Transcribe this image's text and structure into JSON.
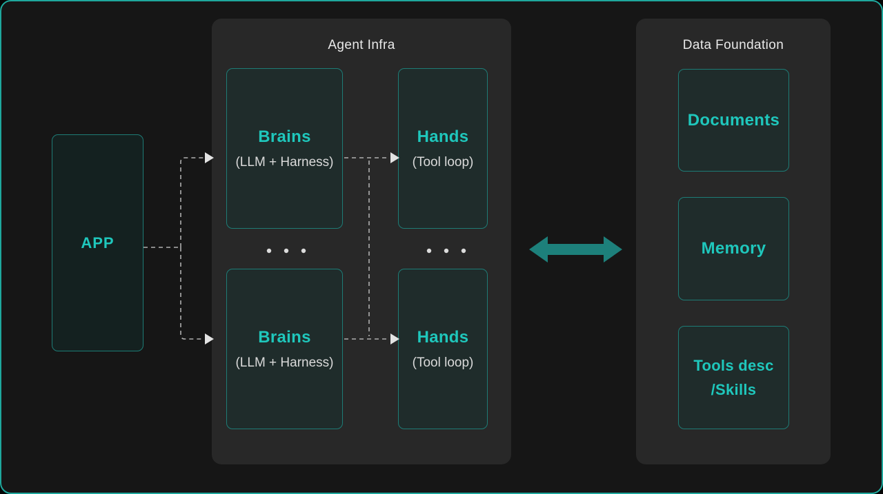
{
  "app": {
    "label": "APP"
  },
  "agent_infra": {
    "title": "Agent Infra",
    "rows": [
      {
        "brains_title": "Brains",
        "brains_subtitle": "(LLM + Harness)",
        "hands_title": "Hands",
        "hands_subtitle": "(Tool loop)"
      },
      {
        "brains_title": "Brains",
        "brains_subtitle": "(LLM + Harness)",
        "hands_title": "Hands",
        "hands_subtitle": "(Tool loop)"
      }
    ]
  },
  "data_foundation": {
    "title": "Data Foundation",
    "items": [
      {
        "lines": [
          "Documents"
        ]
      },
      {
        "lines": [
          "Memory"
        ]
      },
      {
        "lines": [
          "Tools desc",
          "/Skills"
        ]
      }
    ]
  },
  "icons": {
    "bidirectional_arrow": "bidirectional-arrow-icon",
    "ellipsis_dots": "ellipsis-dots"
  },
  "colors": {
    "accent_teal_text": "#1fc7bc",
    "box_border_teal": "#1e7c76",
    "double_arrow_teal": "#1d807b",
    "canvas_border_teal": "#1fa89d",
    "panel_bg": "#282828",
    "canvas_bg": "#161616",
    "dash_gray": "#b0b0b0",
    "arrowhead_gray": "#e3e3e3"
  }
}
